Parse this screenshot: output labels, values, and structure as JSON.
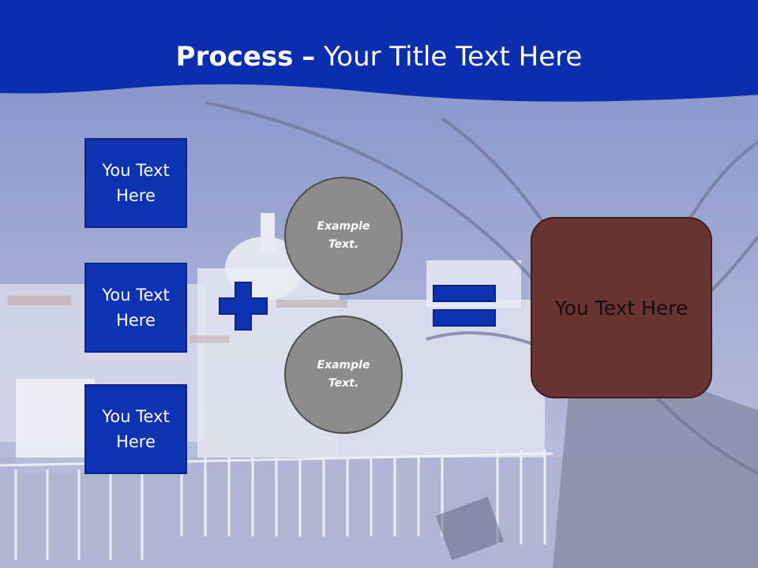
{
  "slide": {
    "title_bold": "Process",
    "title_dash": "–",
    "title_rest": "Your Title Text Here",
    "boxes": [
      {
        "label": "You Text Here"
      },
      {
        "label": "You Text Here"
      },
      {
        "label": "You Text Here"
      }
    ],
    "circles": [
      {
        "label": "Example Text."
      },
      {
        "label": "Example Text."
      }
    ],
    "result_label": "You Text Here"
  },
  "colors": {
    "banner": "#0b2eb0",
    "box_fill": "#0d33b3",
    "circle_fill": "#8c8c8c",
    "result_fill": "#673431"
  },
  "icons": [
    "plus-icon",
    "equals-icon"
  ]
}
